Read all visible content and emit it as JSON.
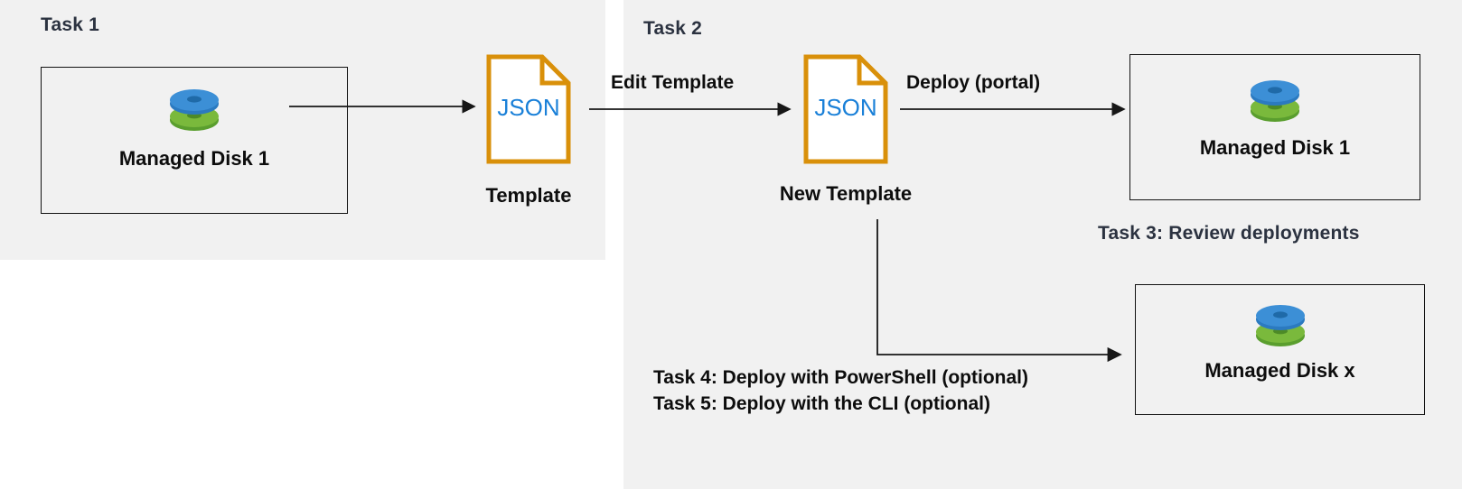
{
  "diagram": {
    "title": "Azure Managed Disk ARM template task flow",
    "background": "#ffffff",
    "panel_color": "#f1f1f1",
    "colors": {
      "heading": "#2b3240",
      "body_text": "#0d0d0d",
      "json_orange": "#d9900a",
      "json_blue": "#1a80d8",
      "disk_blue": "#3c8fd6",
      "disk_green": "#7ab93c",
      "connector": "#171717",
      "box_border": "#121212"
    }
  },
  "panels": {
    "left": {
      "name": "Task 1 panel"
    },
    "right": {
      "name": "Task 2 panel"
    }
  },
  "headings": {
    "task1": "Task 1",
    "task2": "Task 2",
    "task3": "Task 3: Review deployments"
  },
  "nodes": {
    "managed_disk_1_source": {
      "label": "Managed Disk 1",
      "icon": "managed-disk-icon"
    },
    "template": {
      "file_type": "JSON",
      "caption": "Template",
      "icon": "json-file-icon"
    },
    "new_template": {
      "file_type": "JSON",
      "caption": "New Template",
      "icon": "json-file-icon"
    },
    "managed_disk_1_deployed": {
      "label": "Managed Disk 1",
      "icon": "managed-disk-icon"
    },
    "managed_disk_x": {
      "label": "Managed Disk x",
      "icon": "managed-disk-icon"
    }
  },
  "connectors": {
    "export": {
      "label": "",
      "from": "managed_disk_1_source",
      "to": "template"
    },
    "edit": {
      "label": "Edit Template",
      "from": "template",
      "to": "new_template"
    },
    "deploy_portal": {
      "label": "Deploy (portal)",
      "from": "new_template",
      "to": "managed_disk_1_deployed"
    },
    "deploy_script": {
      "label": "",
      "from": "new_template",
      "to": "managed_disk_x"
    }
  },
  "notes": {
    "task4": "Task 4: Deploy with PowerShell (optional)",
    "task5": "Task 5: Deploy with the CLI (optional)"
  }
}
